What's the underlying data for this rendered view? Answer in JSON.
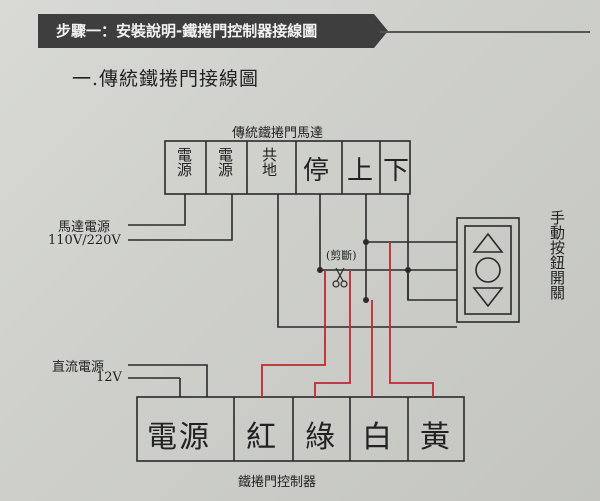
{
  "header": {
    "step_title": "步驟一：安裝說明-鐵捲門控制器接線圖"
  },
  "section": {
    "title": "一.傳統鐵捲門接線圖"
  },
  "motor": {
    "title": "傳統鐵捲門馬達",
    "terminals": [
      "電源",
      "電源",
      "共地",
      "停",
      "上",
      "下"
    ]
  },
  "labels": {
    "motor_power": "馬達電源",
    "motor_voltage": "110V/220V",
    "cut": "(剪斷)",
    "dc_power": "直流電源",
    "dc_voltage": "12V",
    "switch": "手動按鈕開關"
  },
  "controller": {
    "title": "鐵捲門控制器",
    "terminals": [
      "電源",
      "紅",
      "綠",
      "白",
      "黃"
    ]
  },
  "colors": {
    "wire_red": "#c0292e",
    "line": "#2a2a2a",
    "banner": "#3e3e3e"
  }
}
